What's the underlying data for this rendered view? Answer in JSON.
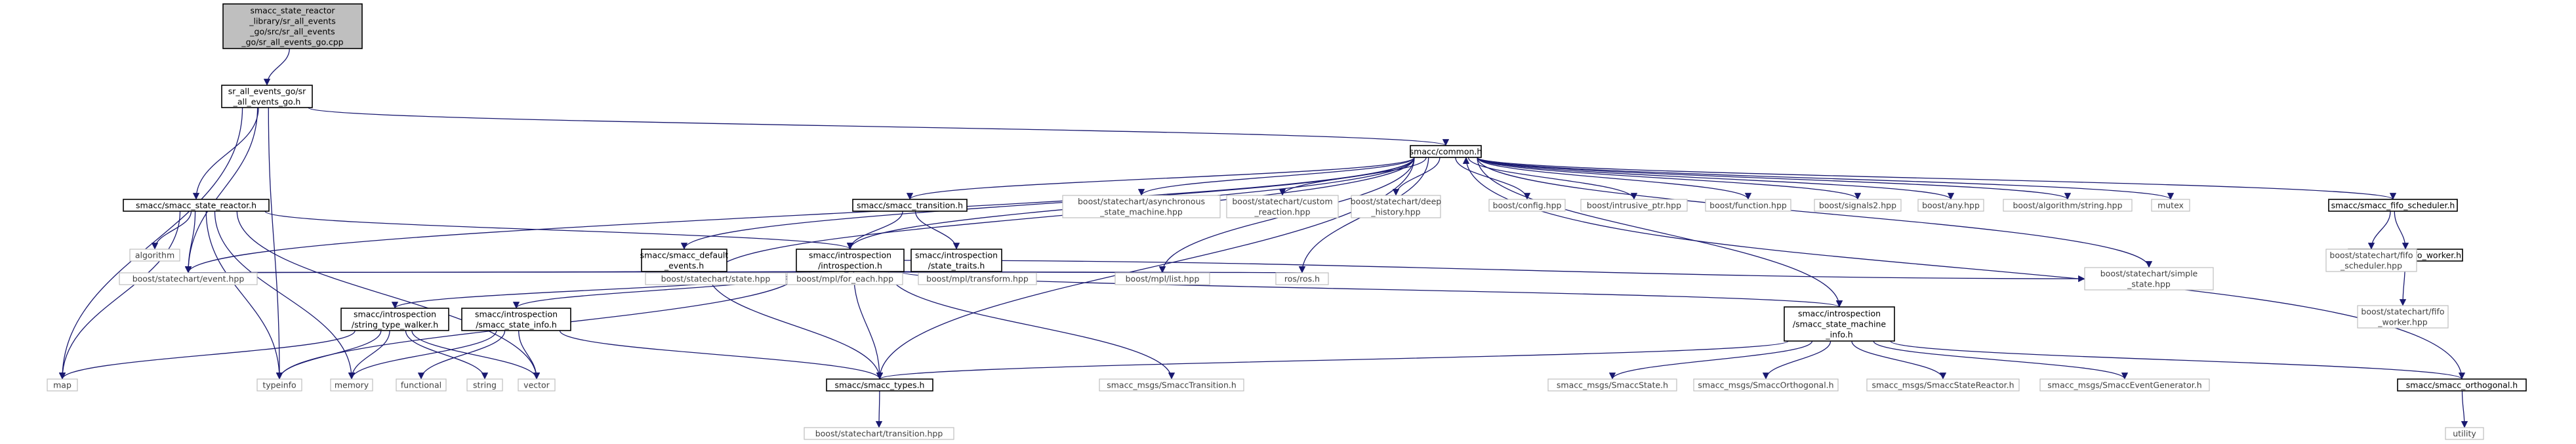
{
  "diagram": {
    "nodes": [
      {
        "id": "root",
        "kind": "root",
        "lines": [
          "smacc_state_reactor",
          "_library/sr_all_events",
          "_go/src/sr_all_events",
          "_go/sr_all_events_go.cpp"
        ]
      },
      {
        "id": "sr_h",
        "kind": "file",
        "lines": [
          "sr_all_events_go/sr",
          "_all_events_go.h"
        ]
      },
      {
        "id": "common",
        "kind": "file",
        "lines": [
          "smacc/common.h"
        ]
      },
      {
        "id": "state_reactor",
        "kind": "file",
        "lines": [
          "smacc/smacc_state_reactor.h"
        ]
      },
      {
        "id": "default_events",
        "kind": "file",
        "lines": [
          "smacc/smacc_default",
          "_events.h"
        ]
      },
      {
        "id": "transition",
        "kind": "file",
        "lines": [
          "smacc/smacc_transition.h"
        ]
      },
      {
        "id": "introspection",
        "kind": "file",
        "lines": [
          "smacc/introspection",
          "/introspection.h"
        ]
      },
      {
        "id": "state_traits",
        "kind": "file",
        "lines": [
          "smacc/introspection",
          "/state_traits.h"
        ]
      },
      {
        "id": "string_type_walker",
        "kind": "file",
        "lines": [
          "smacc/introspection",
          "/string_type_walker.h"
        ]
      },
      {
        "id": "smacc_state_info",
        "kind": "file",
        "lines": [
          "smacc/introspection",
          "/smacc_state_info.h"
        ]
      },
      {
        "id": "sm_info",
        "kind": "file",
        "lines": [
          "smacc/introspection",
          "/smacc_state_machine",
          "_info.h"
        ]
      },
      {
        "id": "smacc_types",
        "kind": "file",
        "lines": [
          "smacc/smacc_types.h"
        ]
      },
      {
        "id": "orthogonal",
        "kind": "file",
        "lines": [
          "smacc/smacc_orthogonal.h"
        ]
      },
      {
        "id": "fifo_scheduler",
        "kind": "file",
        "lines": [
          "smacc/smacc_fifo_scheduler.h"
        ]
      },
      {
        "id": "fifo_worker",
        "kind": "file",
        "lines": [
          "smacc/smacc_fifo_worker.h"
        ]
      },
      {
        "id": "algorithm",
        "kind": "ext",
        "lines": [
          "algorithm"
        ]
      },
      {
        "id": "map",
        "kind": "ext",
        "lines": [
          "map"
        ]
      },
      {
        "id": "typeinfo",
        "kind": "ext",
        "lines": [
          "typeinfo"
        ]
      },
      {
        "id": "memory",
        "kind": "ext",
        "lines": [
          "memory"
        ]
      },
      {
        "id": "functional",
        "kind": "ext",
        "lines": [
          "functional"
        ]
      },
      {
        "id": "string",
        "kind": "ext",
        "lines": [
          "string"
        ]
      },
      {
        "id": "vector",
        "kind": "ext",
        "lines": [
          "vector"
        ]
      },
      {
        "id": "event",
        "kind": "ext",
        "lines": [
          "boost/statechart/event.hpp"
        ]
      },
      {
        "id": "state",
        "kind": "ext",
        "lines": [
          "boost/statechart/state.hpp"
        ]
      },
      {
        "id": "for_each",
        "kind": "ext",
        "lines": [
          "boost/mpl/for_each.hpp"
        ]
      },
      {
        "id": "transform",
        "kind": "ext",
        "lines": [
          "boost/mpl/transform.hpp"
        ]
      },
      {
        "id": "list",
        "kind": "ext",
        "lines": [
          "boost/mpl/list.hpp"
        ]
      },
      {
        "id": "ros",
        "kind": "ext",
        "lines": [
          "ros/ros.h"
        ]
      },
      {
        "id": "simple_state",
        "kind": "ext",
        "lines": [
          "boost/statechart/simple",
          "_state.hpp"
        ]
      },
      {
        "id": "async_sm",
        "kind": "ext",
        "lines": [
          "boost/statechart/asynchronous",
          "_state_machine.hpp"
        ]
      },
      {
        "id": "custom_reaction",
        "kind": "ext",
        "lines": [
          "boost/statechart/custom",
          "_reaction.hpp"
        ]
      },
      {
        "id": "deep_history",
        "kind": "ext",
        "lines": [
          "boost/statechart/deep",
          "_history.hpp"
        ]
      },
      {
        "id": "config",
        "kind": "ext",
        "lines": [
          "boost/config.hpp"
        ]
      },
      {
        "id": "intrusive_ptr",
        "kind": "ext",
        "lines": [
          "boost/intrusive_ptr.hpp"
        ]
      },
      {
        "id": "function",
        "kind": "ext",
        "lines": [
          "boost/function.hpp"
        ]
      },
      {
        "id": "signals2",
        "kind": "ext",
        "lines": [
          "boost/signals2.hpp"
        ]
      },
      {
        "id": "any",
        "kind": "ext",
        "lines": [
          "boost/any.hpp"
        ]
      },
      {
        "id": "alg_string",
        "kind": "ext",
        "lines": [
          "boost/algorithm/string.hpp"
        ]
      },
      {
        "id": "mutex",
        "kind": "ext",
        "lines": [
          "mutex"
        ]
      },
      {
        "id": "fifo_sched_hpp",
        "kind": "ext",
        "lines": [
          "boost/statechart/fifo",
          "_scheduler.hpp"
        ]
      },
      {
        "id": "fifo_worker_hpp",
        "kind": "ext",
        "lines": [
          "boost/statechart/fifo",
          "_worker.hpp"
        ]
      },
      {
        "id": "transition_hpp",
        "kind": "ext",
        "lines": [
          "boost/statechart/transition.hpp"
        ]
      },
      {
        "id": "msg_state",
        "kind": "ext",
        "lines": [
          "smacc_msgs/SmaccState.h"
        ]
      },
      {
        "id": "msg_orthogonal",
        "kind": "ext",
        "lines": [
          "smacc_msgs/SmaccOrthogonal.h"
        ]
      },
      {
        "id": "msg_reactor",
        "kind": "ext",
        "lines": [
          "smacc_msgs/SmaccStateReactor.h"
        ]
      },
      {
        "id": "msg_evgen",
        "kind": "ext",
        "lines": [
          "smacc_msgs/SmaccEventGenerator.h"
        ]
      },
      {
        "id": "msg_transition",
        "kind": "ext",
        "lines": [
          "smacc_msgs/SmaccTransition.h"
        ]
      },
      {
        "id": "utility",
        "kind": "ext",
        "lines": [
          "utility"
        ]
      }
    ],
    "edges": [
      [
        "root",
        "sr_h"
      ],
      [
        "sr_h",
        "common"
      ],
      [
        "sr_h",
        "state_reactor"
      ],
      [
        "sr_h",
        "map"
      ],
      [
        "sr_h",
        "typeinfo"
      ],
      [
        "sr_h",
        "event"
      ],
      [
        "common",
        "default_events"
      ],
      [
        "common",
        "transition"
      ],
      [
        "common",
        "introspection"
      ],
      [
        "common",
        "event"
      ],
      [
        "common",
        "async_sm"
      ],
      [
        "common",
        "custom_reaction"
      ],
      [
        "common",
        "deep_history"
      ],
      [
        "common",
        "config"
      ],
      [
        "common",
        "intrusive_ptr"
      ],
      [
        "common",
        "function"
      ],
      [
        "common",
        "signals2"
      ],
      [
        "common",
        "any"
      ],
      [
        "common",
        "alg_string"
      ],
      [
        "common",
        "mutex"
      ],
      [
        "common",
        "fifo_scheduler"
      ],
      [
        "common",
        "list"
      ],
      [
        "common",
        "ros"
      ],
      [
        "common",
        "smacc_types"
      ],
      [
        "common",
        "simple_state"
      ],
      [
        "common",
        "sm_info"
      ],
      [
        "common",
        "state"
      ],
      [
        "state_reactor",
        "algorithm"
      ],
      [
        "state_reactor",
        "map"
      ],
      [
        "state_reactor",
        "event"
      ],
      [
        "state_reactor",
        "introspection"
      ],
      [
        "state_reactor",
        "memory"
      ],
      [
        "state_reactor",
        "vector"
      ],
      [
        "state_reactor",
        "typeinfo"
      ],
      [
        "default_events",
        "event"
      ],
      [
        "default_events",
        "state"
      ],
      [
        "default_events",
        "smacc_types"
      ],
      [
        "transition",
        "introspection"
      ],
      [
        "transition",
        "state_traits"
      ],
      [
        "introspection",
        "string_type_walker"
      ],
      [
        "introspection",
        "smacc_state_info"
      ],
      [
        "introspection",
        "sm_info"
      ],
      [
        "introspection",
        "event"
      ],
      [
        "introspection",
        "state"
      ],
      [
        "introspection",
        "for_each"
      ],
      [
        "introspection",
        "transform"
      ],
      [
        "introspection",
        "list"
      ],
      [
        "introspection",
        "ros"
      ],
      [
        "introspection",
        "simple_state"
      ],
      [
        "introspection",
        "smacc_types"
      ],
      [
        "introspection",
        "typeinfo"
      ],
      [
        "introspection",
        "msg_transition"
      ],
      [
        "string_type_walker",
        "map"
      ],
      [
        "string_type_walker",
        "typeinfo"
      ],
      [
        "string_type_walker",
        "memory"
      ],
      [
        "string_type_walker",
        "string"
      ],
      [
        "string_type_walker",
        "vector"
      ],
      [
        "smacc_state_info",
        "memory"
      ],
      [
        "smacc_state_info",
        "functional"
      ],
      [
        "smacc_state_info",
        "vector"
      ],
      [
        "smacc_state_info",
        "smacc_types"
      ],
      [
        "sm_info",
        "smacc_types"
      ],
      [
        "sm_info",
        "msg_state"
      ],
      [
        "sm_info",
        "msg_orthogonal"
      ],
      [
        "sm_info",
        "msg_reactor"
      ],
      [
        "sm_info",
        "msg_evgen"
      ],
      [
        "sm_info",
        "orthogonal"
      ],
      [
        "smacc_types",
        "transition_hpp"
      ],
      [
        "orthogonal",
        "common"
      ],
      [
        "orthogonal",
        "utility"
      ],
      [
        "fifo_scheduler",
        "fifo_sched_hpp"
      ],
      [
        "fifo_scheduler",
        "fifo_worker"
      ],
      [
        "fifo_worker",
        "fifo_worker_hpp"
      ]
    ]
  }
}
